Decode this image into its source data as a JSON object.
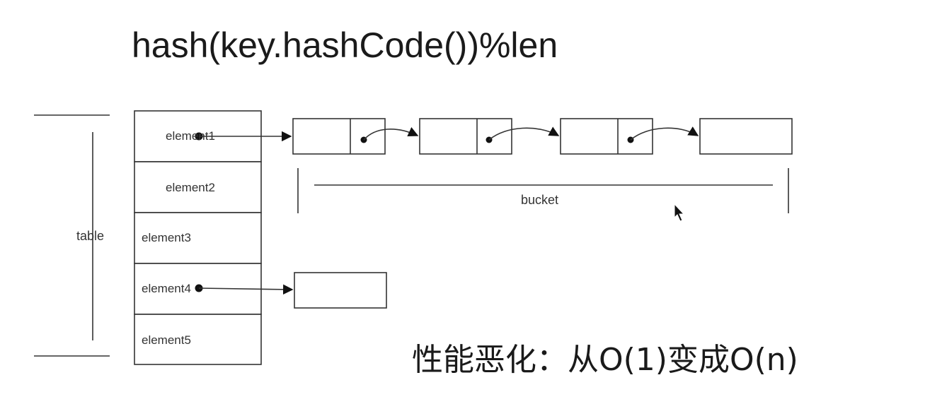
{
  "formula": "hash(key.hashCode())%len",
  "table": {
    "label": "table",
    "elements": [
      "element1",
      "element2",
      "element3",
      "element4",
      "element5"
    ]
  },
  "bucket": {
    "label": "bucket"
  },
  "caption": "性能恶化：从O(1)变成O(n)",
  "colors": {
    "stroke": "#333333",
    "background": "#ffffff"
  }
}
